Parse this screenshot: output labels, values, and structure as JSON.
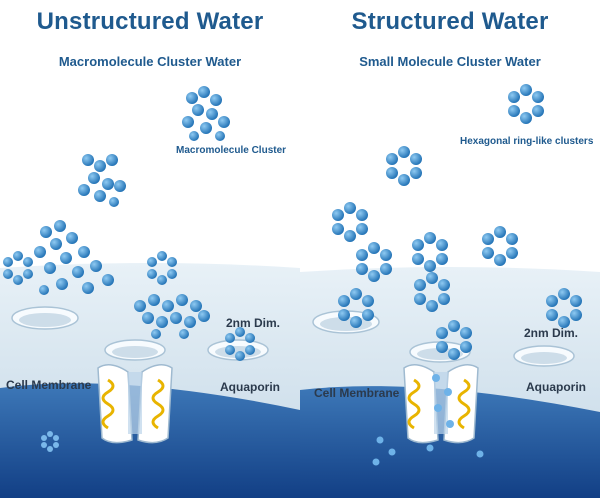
{
  "left_panel": {
    "title": "Unstructured Water",
    "subtitle": "Macromolecule Cluster Water",
    "cluster_label": "Macromolecule Cluster",
    "pore_label": "2nm Dim.",
    "membrane_label": "Cell Membrane",
    "channel_label": "Aquaporin"
  },
  "right_panel": {
    "title": "Structured Water",
    "subtitle": "Small Molecule Cluster Water",
    "cluster_label": "Hexagonal ring-like clusters",
    "pore_label": "2nm Dim.",
    "membrane_label": "Cell Membrane",
    "channel_label": "Aquaporin"
  },
  "colors": {
    "title": "#1f5a8e",
    "molecule": "#2f86c9",
    "membrane": "#dce9f2",
    "deep_water": "#1b4f97",
    "helix": "#e8b400"
  }
}
